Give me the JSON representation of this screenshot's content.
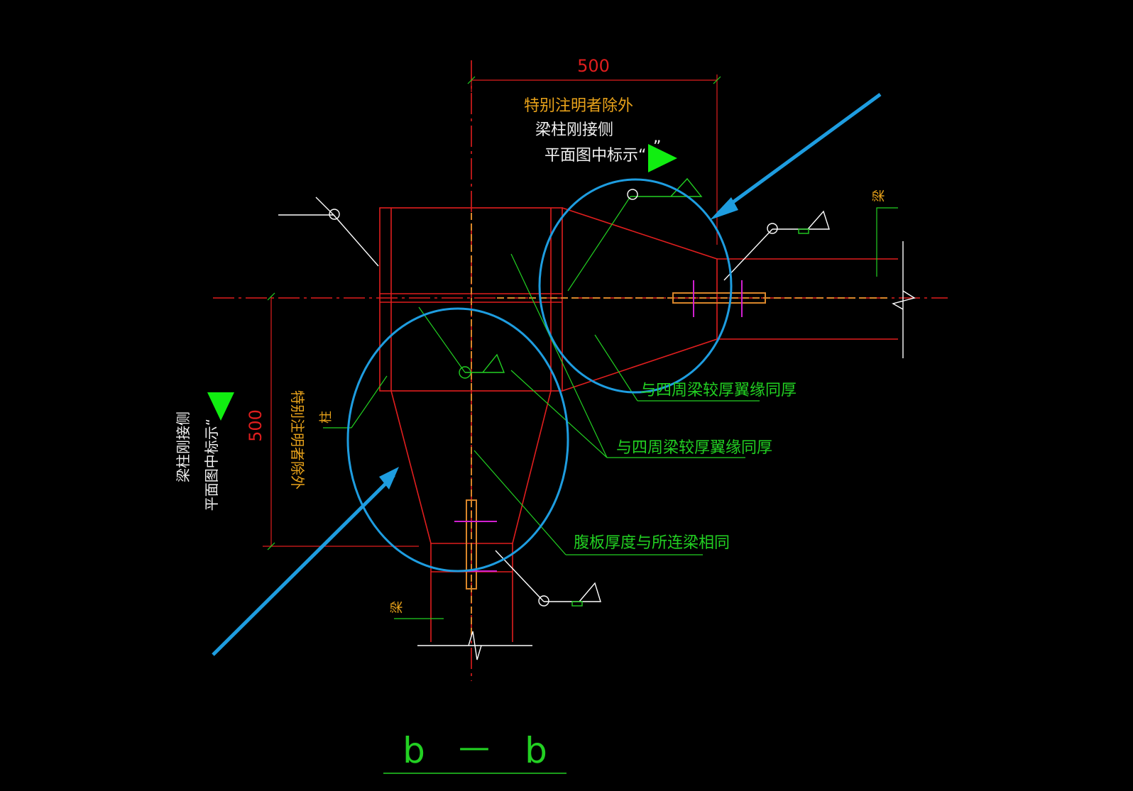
{
  "colors": {
    "background": "#000000",
    "outline": "#e01e1e",
    "center_line": "#e01e1e",
    "leader": "#22d022",
    "weld_symbol": "#ffffff",
    "note_orange": "#e8a21a",
    "note_white": "#f0f0f0",
    "note_green": "#22d022",
    "highlight_blue": "#1e9de0",
    "flag_green": "#11ee11",
    "bolt_orange": "#d9862a",
    "bolt_magenta": "#d020d0"
  },
  "dimensions": {
    "top_width": "500",
    "left_height": "500"
  },
  "notes": {
    "top_orange": "特别注明者除外",
    "top_white_1": "梁柱刚接侧",
    "top_white_2": "平面图中标示“",
    "top_white_2_close": "”",
    "left_orange": "特别注明者除外",
    "left_white_1": "梁柱刚接侧",
    "left_white_2": "平面图中标示“",
    "column_label": "柱",
    "beam_label_right": "梁",
    "beam_label_bottom": "梁",
    "flange_note_1": "与四周梁较厚翼缘同厚",
    "flange_note_2": "与四周梁较厚翼缘同厚",
    "web_note": "腹板厚度与所连梁相同"
  },
  "section": {
    "left": "b",
    "dash": "—",
    "right": "b"
  }
}
